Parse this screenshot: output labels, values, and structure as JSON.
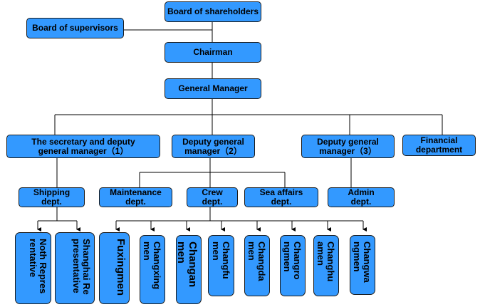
{
  "colors": {
    "box_fill": "#3399ff",
    "border": "#1a1a1a",
    "line": "#000000"
  },
  "nodes": {
    "shareholders": "Board of shareholders",
    "supervisors": "Board of supervisors",
    "chairman": "Chairman",
    "general_manager": "General Manager",
    "secretary_deputy_gm1": "The secretary and deputy general manager（1）",
    "deputy_gm2": "Deputy general manager（2）",
    "deputy_gm3": "Deputy general manager（3）",
    "financial": "Financial department",
    "shipping": "Shipping dept.",
    "maintenance": "Maintenance dept.",
    "crew": "Crew dept.",
    "sea_affairs": "Sea affairs dept.",
    "admin": "Admin dept.",
    "north_rep": "Noth Repres\nrentative",
    "shanghai_rep": "Shanghai Re\npresentative",
    "fuxingmen": "Fuxingmen",
    "changxingmen": "Changxing\nmen",
    "changanmen": "Changan\nmen",
    "changfumen": "Changfu\nmen",
    "changdamen": "Changda\nmen",
    "changrongmen": "Changro\nngmen",
    "changhuamen": "Changhu\namen",
    "changwangmen": "Changwa\nngmen"
  }
}
